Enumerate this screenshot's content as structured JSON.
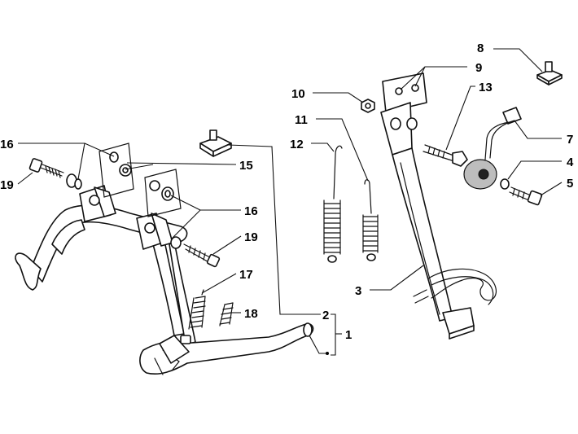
{
  "labels": {
    "p1": "1",
    "p2": "2",
    "p3": "3",
    "p4": "4",
    "p5": "5",
    "p7": "7",
    "p8": "8",
    "p9": "9",
    "p10": "10",
    "p11": "11",
    "p12": "12",
    "p13": "13",
    "p15": "15",
    "p16a": "16",
    "p16b": "16",
    "p17": "17",
    "p18": "18",
    "p19a": "19",
    "p19b": "19"
  }
}
